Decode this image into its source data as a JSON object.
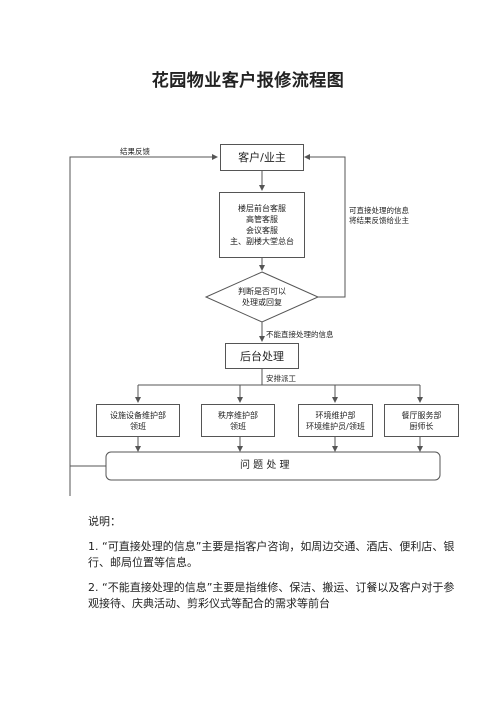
{
  "title": "花园物业客户报修流程图",
  "nodes": {
    "customer": "客户/业主",
    "front_desk": [
      "楼层前台客服",
      "高管客服",
      "会议客服",
      "主、副楼大堂总台"
    ],
    "decision": [
      "判断是否可以",
      "处理或回复"
    ],
    "backstage": "后台处理",
    "dept1": [
      "设施设备维护部",
      "领班"
    ],
    "dept2": [
      "秩序维护部",
      "领班"
    ],
    "dept3": [
      "环境维护部",
      "环境维护员/领班"
    ],
    "dept4": [
      "餐厅服务部",
      "厨师长"
    ],
    "problem": "问 题 处 理"
  },
  "edges": {
    "feedback": "结果反馈",
    "can_handle": [
      "可直接处理的信息",
      "将结果反馈给业主"
    ],
    "cannot_handle": "不能直接处理的信息",
    "dispatch": "安排派工"
  },
  "notes": {
    "heading": "说明：",
    "items": [
      "1. “可直接处理的信息”主要是指客户咨询，如周边交通、酒店、便利店、银行、邮局位置等信息。",
      "2. “不能直接处理的信息”主要是指维修、保洁、搬运、订餐以及客户对于参观接待、庆典活动、剪彩仪式等配合的需求等前台"
    ]
  }
}
